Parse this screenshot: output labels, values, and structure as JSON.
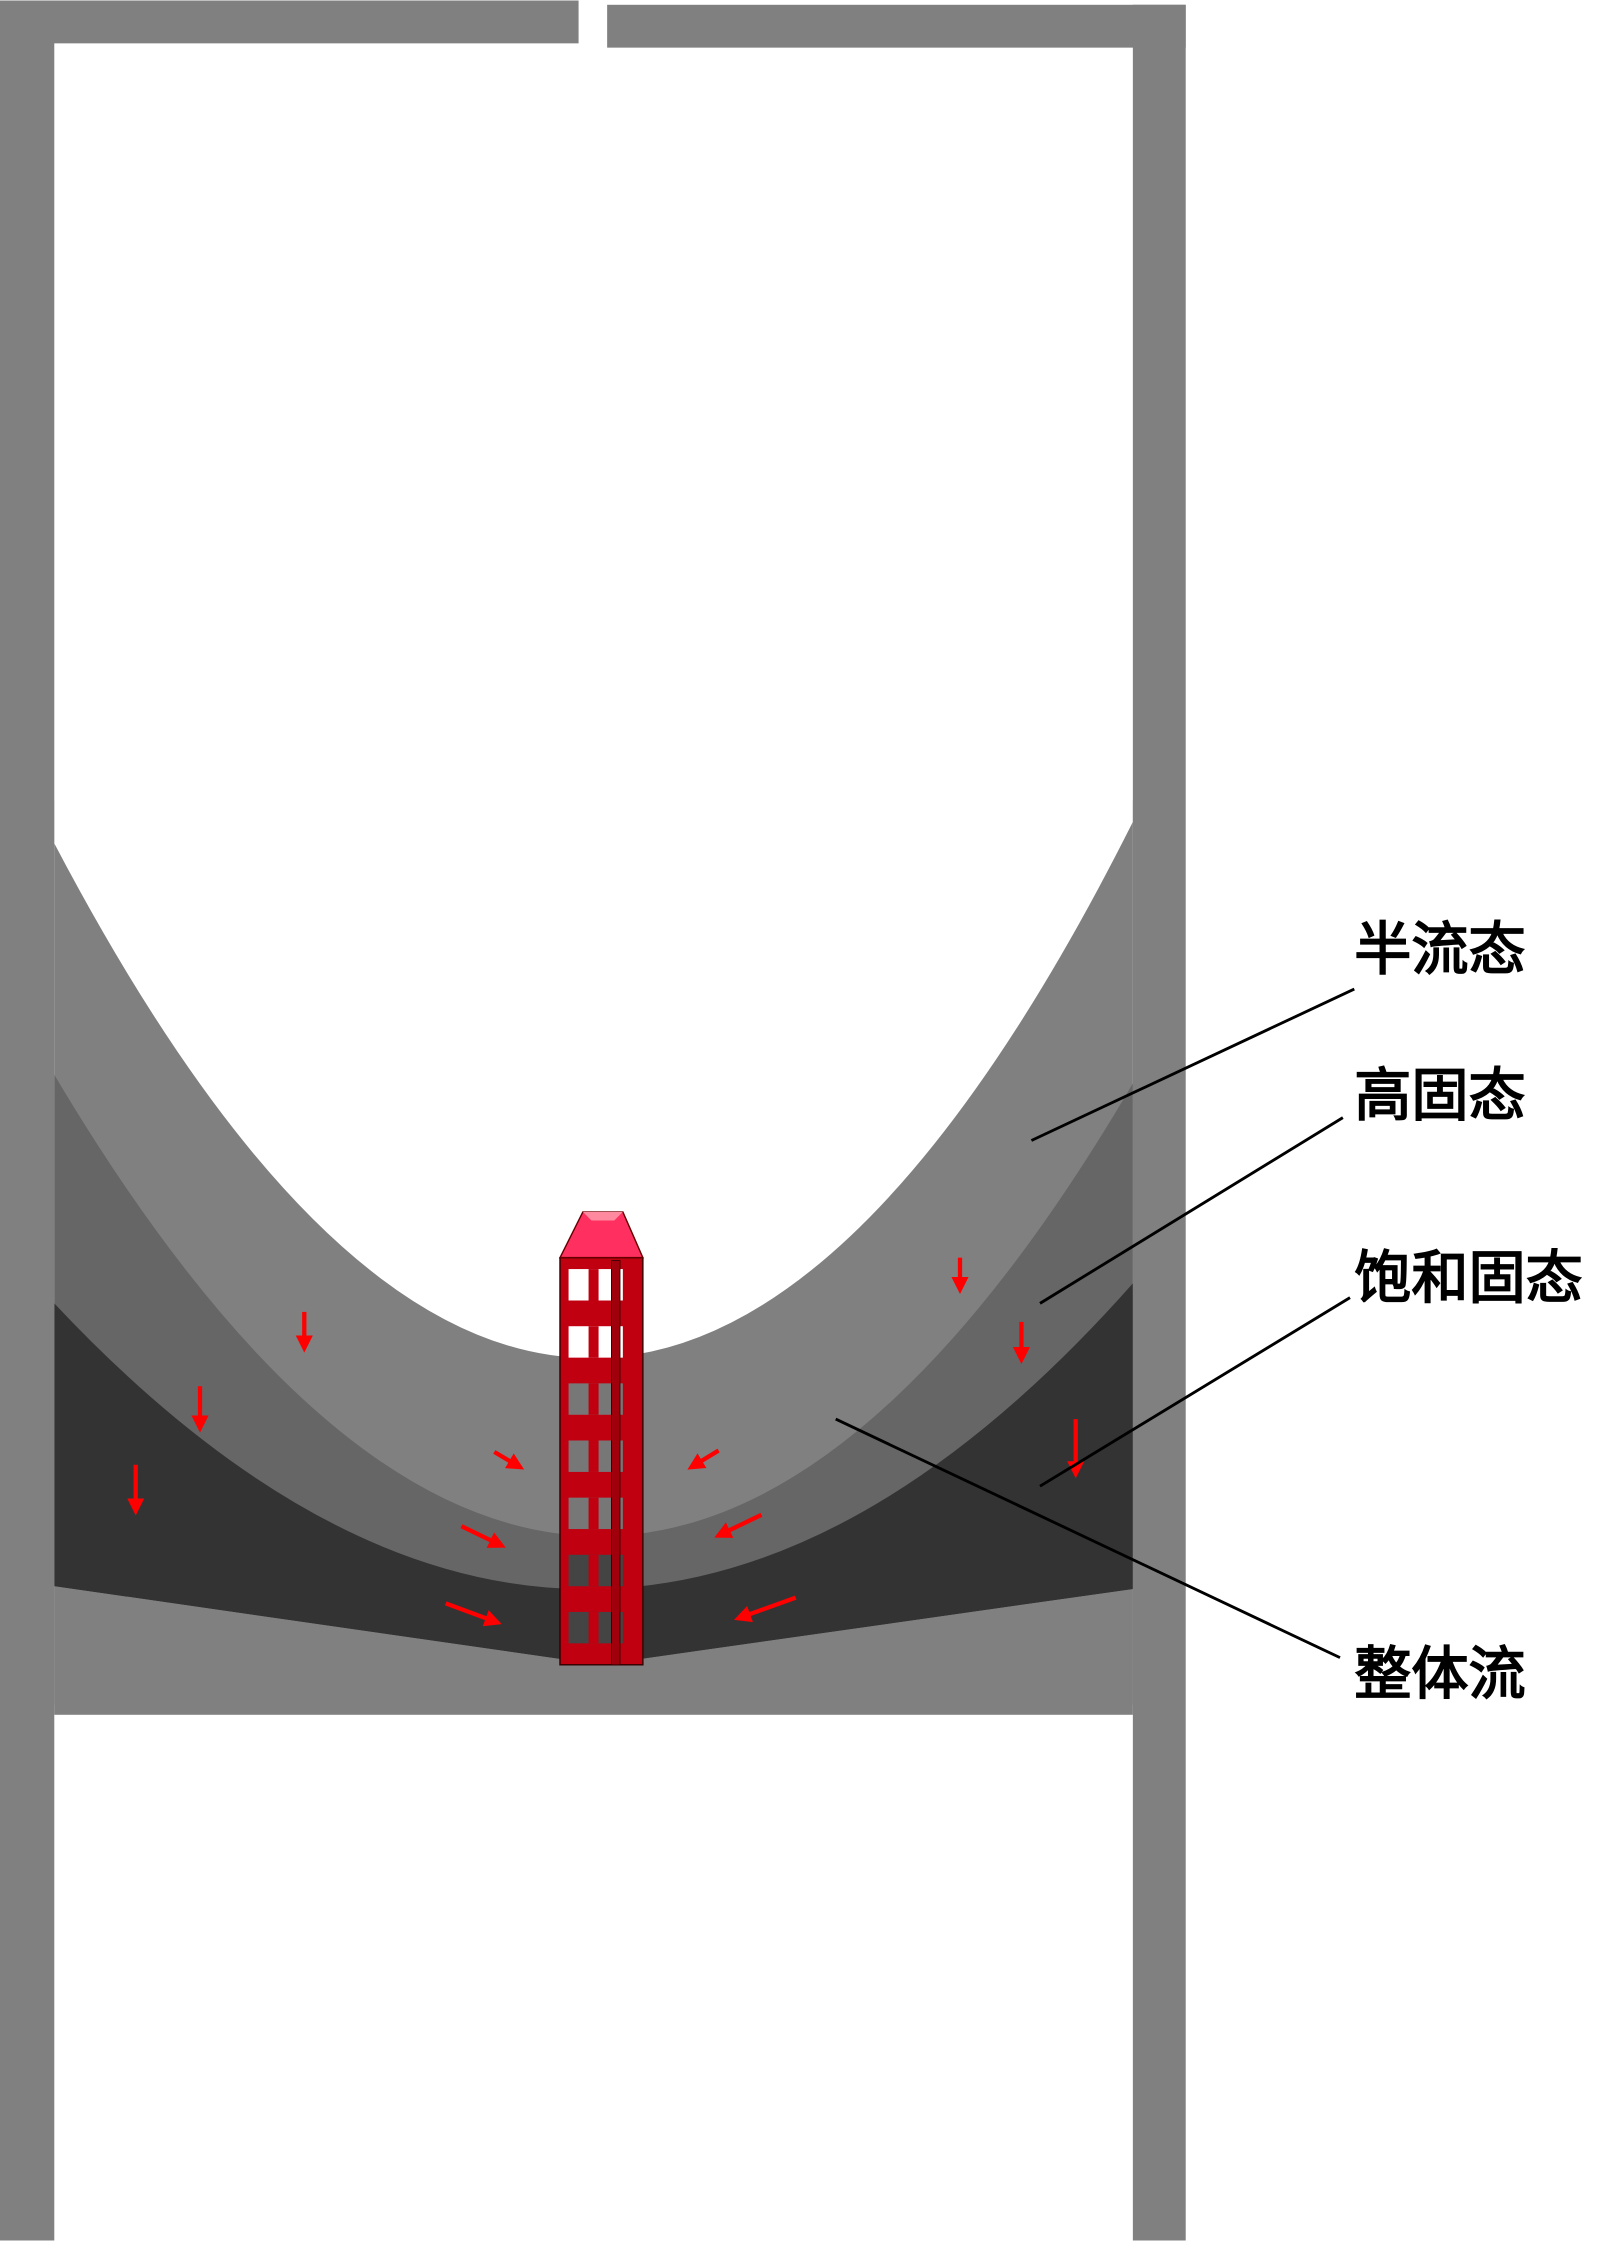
{
  "labels": {
    "semi_fluid": "半流态",
    "high_solid": "高固态",
    "saturated_solid": "饱和固态",
    "bulk_flow": "整体流"
  },
  "colors": {
    "wall": "#808080",
    "semi_fluid_layer": "#808080",
    "high_solid_layer": "#666666",
    "saturated_layer": "#333333",
    "tower": "#c00010",
    "tower_cap": "#ff3060",
    "arrow": "#ff0000"
  }
}
